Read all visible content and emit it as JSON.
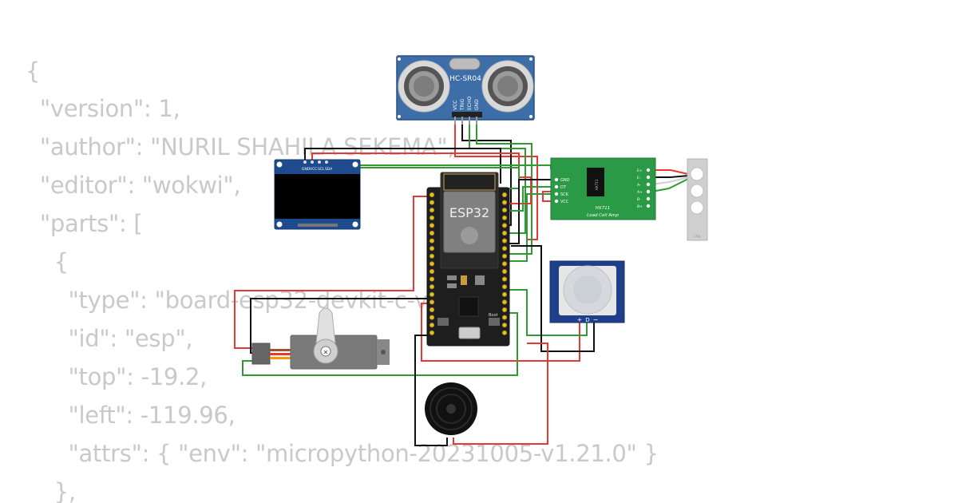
{
  "background_json": {
    "lines": [
      "{",
      "  \"version\": 1,",
      "  \"author\": \"NURIL SHAHILA SEKEMA\",",
      "  \"editor\": \"wokwi\",",
      "  \"parts\": [",
      "    {",
      "      \"type\": \"board-esp32-devkit-c-v4\",",
      "      \"id\": \"esp\",",
      "      \"top\": -19.2,",
      "      \"left\": -119.96,",
      "      \"attrs\": { \"env\": \"micropython-20231005-v1.21.0\" }",
      "    },"
    ]
  },
  "components": {
    "ultrasonic": {
      "label": "HC-SR04",
      "pins": [
        "VCC",
        "TRIG",
        "ECHO",
        "GND"
      ]
    },
    "oled": {
      "pins": [
        "GND",
        "VCC",
        "SCL",
        "SDA"
      ]
    },
    "esp32": {
      "label": "ESP32",
      "boot_label": "Boot"
    },
    "hx711": {
      "chip": "HX711",
      "label": "HX711",
      "sublabel": "Load Cell Amp",
      "left_pins": [
        "GND",
        "DT",
        "SCK",
        "VCC"
      ],
      "right_pins": [
        "E+",
        "E-",
        "A-",
        "A+",
        "B-",
        "B+"
      ]
    },
    "load_cell": {
      "label": "1kg"
    },
    "pir": {
      "pins": [
        "+",
        "D",
        "−"
      ]
    },
    "servo": {},
    "buzzer": {}
  },
  "colors": {
    "wire_red": "#e53935",
    "wire_black": "#111111",
    "wire_green": "#2e9c32",
    "hcsr04_blue": "#3d6ea8",
    "oled_blue": "#1e4a8e",
    "hx711_green": "#2a9a47",
    "pir_navy": "#1f3f8a",
    "esp_board": "#1e1e1e"
  }
}
